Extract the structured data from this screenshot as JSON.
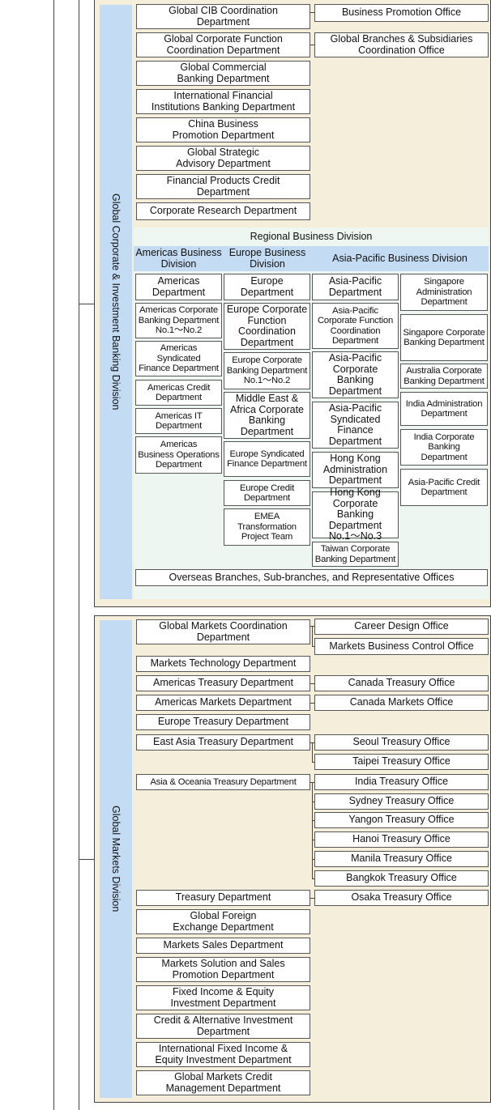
{
  "divisions": {
    "cib": {
      "label": "Global Corporate & Investment Banking Division",
      "left_departments": [
        "Global CIB Coordination\nDepartment",
        "Global Corporate Function\nCoordination Department",
        "Global Commercial\nBanking Department",
        "International Financial\nInstitutions Banking Department",
        "China Business\nPromotion Department",
        "Global Strategic\nAdvisory Department",
        "Financial Products Credit\nDepartment",
        "Corporate Research Department"
      ],
      "right_offices": [
        "Business Promotion Office",
        "Global Branches & Subsidiaries\nCoordination Office"
      ],
      "regional": {
        "title": "Regional Business Division",
        "americas_header": "Americas Business\nDivision",
        "europe_header": "Europe Business\nDivision",
        "asia_header": "Asia-Pacific Business Division",
        "americas": [
          "Americas\nDepartment",
          "Americas Corporate\nBanking Department\nNo.1〜No.2",
          "Americas\nSyndicated\nFinance Department",
          "Americas Credit\nDepartment",
          "Americas IT\nDepartment",
          "Americas\nBusiness Operations\nDepartment"
        ],
        "europe": [
          "Europe\nDepartment",
          "Europe Corporate\nFunction\nCoordination\nDepartment",
          "Europe Corporate\nBanking Department\nNo.1〜No.2",
          "Middle East &\nAfrica Corporate\nBanking\nDepartment",
          "Europe Syndicated\nFinance Department",
          "Europe Credit\nDepartment",
          "EMEA\nTransformation\nProject Team"
        ],
        "asia_col1": [
          "Asia-Pacific\nDepartment",
          "Asia-Pacific\nCorporate Function\nCoordination\nDepartment",
          "Asia-Pacific\nCorporate\nBanking\nDepartment",
          "Asia-Pacific\nSyndicated\nFinance\nDepartment",
          "Hong Kong\nAdministration\nDepartment",
          "Hong Kong\nCorporate Banking\nDepartment\nNo.1〜No.3",
          "Taiwan Corporate\nBanking Department"
        ],
        "asia_col2": [
          "Singapore\nAdministration\nDepartment",
          "Singapore Corporate\nBanking Department",
          "Australia Corporate\nBanking Department",
          "India Administration\nDepartment",
          "India Corporate\nBanking\nDepartment",
          "Asia-Pacific Credit\nDepartment"
        ],
        "overseas": "Overseas Branches, Sub-branches, and Representative Offices"
      }
    },
    "markets": {
      "label": "Global Markets Division",
      "left_departments": [
        "Global Markets Coordination\nDepartment",
        "Markets Technology Department",
        "Americas Treasury Department",
        "Americas Markets Department",
        "Europe Treasury Department",
        "East Asia Treasury Department",
        "Asia & Oceania Treasury Department",
        "Treasury Department",
        "Global Foreign\nExchange Department",
        "Markets Sales Department",
        "Markets Solution and Sales\nPromotion Department",
        "Fixed Income & Equity\nInvestment Department",
        "Credit & Alternative Investment\nDepartment",
        "International Fixed Income &\nEquity Investment Department",
        "Global Markets Credit\nManagement Department"
      ],
      "right_offices": [
        "Career Design Office",
        "Markets Business Control Office",
        "Canada Treasury Office",
        "Canada Markets Office",
        "Seoul Treasury Office",
        "Taipei Treasury Office",
        "India Treasury Office",
        "Sydney Treasury Office",
        "Yangon Treasury Office",
        "Hanoi Treasury Office",
        "Manila Treasury Office",
        "Bangkok Treasury Office",
        "Osaka Treasury Office"
      ]
    }
  },
  "colors": {
    "division_bg": "#f5eedb",
    "division_label_bg": "#c4dcf3",
    "regional_bg": "#eef6f1",
    "line": "#444444"
  }
}
